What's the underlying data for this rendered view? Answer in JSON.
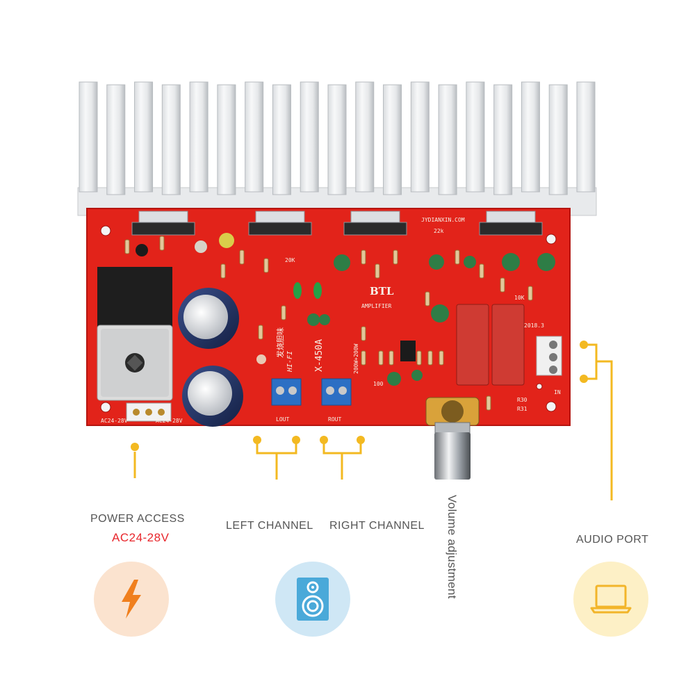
{
  "board": {
    "model_mark": "X-450A",
    "btl_mark": "BTL",
    "amplifier_mark": "AMPLIFIER",
    "website_mark": "JYDIANXIN.COM",
    "power_mark": "200W+200W",
    "hifi_mark": "HI-FI",
    "chinese_mark": "发烧胆味",
    "input_left_mark": "AC24-28V",
    "input_right_mark": "AC24-28V",
    "lout_mark": "LOUT",
    "rout_mark": "ROUT",
    "in_mark": "IN",
    "date_mark": "2018.3",
    "r30_mark": "R30",
    "r31_mark": "R31",
    "mark_20k": "20K",
    "mark_10k": "10K",
    "mark_22k": "22k",
    "mark_100": "100"
  },
  "labels": {
    "power_title": "POWER ACCESS",
    "power_voltage": "AC24-28V",
    "left_channel": "LEFT CHANNEL",
    "right_channel": "RIGHT CHANNEL",
    "volume": "Volume adjustment",
    "audio_port": "AUDIO PORT"
  },
  "icons": {
    "power": "lightning-bolt-icon",
    "speaker": "speaker-icon",
    "laptop": "laptop-icon"
  },
  "colors": {
    "board_red": "#e2231a",
    "leader_yellow": "#f3b921",
    "power_circle": "#fbe3cf",
    "power_bolt": "#f07f1d",
    "speaker_circle": "#cfe7f5",
    "speaker_body": "#4aa9d9",
    "laptop_circle": "#fdf0c6",
    "laptop_stroke": "#f2b52a",
    "accent_red_text": "#e8262c"
  }
}
